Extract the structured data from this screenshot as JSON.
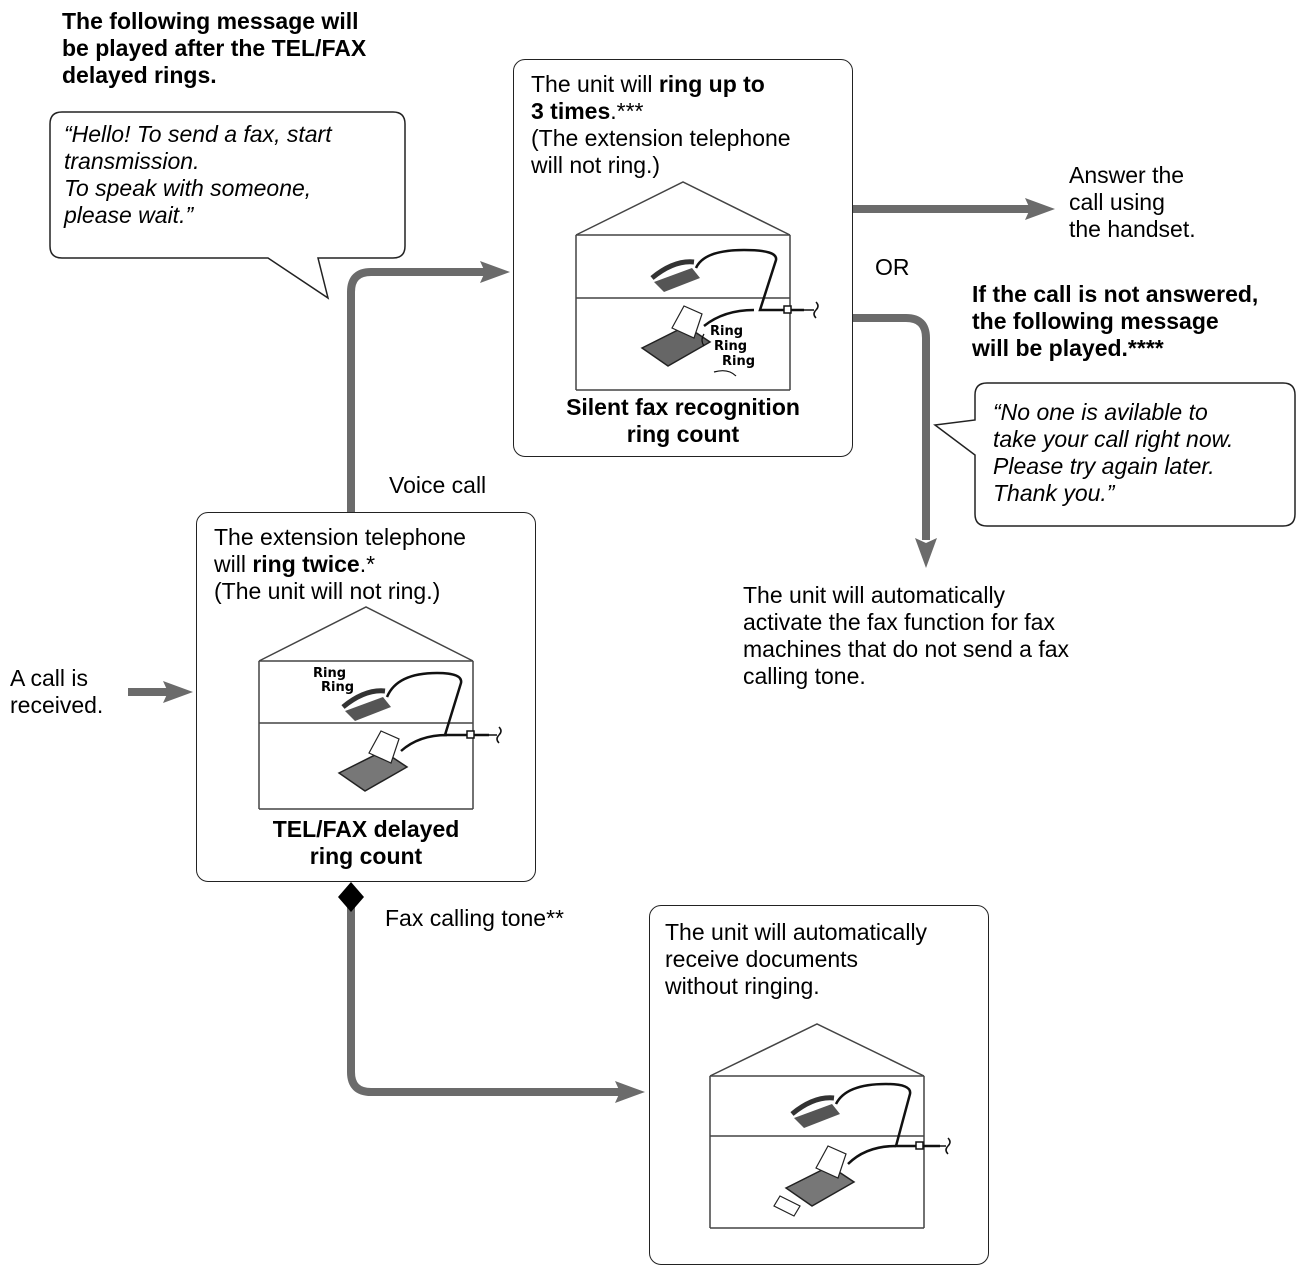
{
  "top_left_heading": {
    "line1": "The following message will",
    "line2": "be played after the TEL/FAX",
    "line3": "delayed rings."
  },
  "bubble_hello": {
    "line1": "“Hello! To send a fax, start",
    "line2": "transmission.",
    "line3": "To speak with someone,",
    "line4": "please wait.”"
  },
  "box_silent": {
    "line1_pre": "The unit will ",
    "line1_bold": "ring up to",
    "line2_bold": "3 times",
    "line2_post": ".***",
    "line3": "(The extension telephone",
    "line4": "will not ring.)",
    "caption1": "Silent fax recognition",
    "caption2": "ring count",
    "ring1": "Ring",
    "ring2": "Ring",
    "ring3": "Ring"
  },
  "answer_text": {
    "line1": "Answer the",
    "line2": "call using",
    "line3": "the handset."
  },
  "or_label": "OR",
  "not_answered": {
    "line1": "If the call is not answered,",
    "line2": "the following message",
    "line3": "will be played.****"
  },
  "bubble_noone": {
    "line1": "“No one is avilable to",
    "line2": "take your call right now.",
    "line3": "Please try again later.",
    "line4": "Thank you.”"
  },
  "auto_fax_text": {
    "line1": "The unit will automatically",
    "line2": "activate the fax function for fax",
    "line3": "machines that do not send a fax",
    "line4": "calling tone."
  },
  "voice_call_label": "Voice call",
  "box_telfax": {
    "line1": "The extension telephone",
    "line2_pre": "will ",
    "line2_bold": "ring twice",
    "line2_post": ".*",
    "line3": "(The unit will not ring.)",
    "caption1": "TEL/FAX delayed",
    "caption2": "ring count",
    "ring1": "Ring",
    "ring2": "Ring"
  },
  "call_received": {
    "line1": "A call is",
    "line2": "received."
  },
  "fax_tone_label": "Fax calling tone**",
  "box_receive": {
    "line1": "The unit will automatically",
    "line2": "receive documents",
    "line3": "without ringing."
  },
  "colors": {
    "arrow": "#6b6b6b",
    "line": "#222222",
    "device": "#555555"
  },
  "icons": [
    "house-icon",
    "telephone-icon",
    "fax-machine-icon",
    "phone-jack-icon"
  ]
}
